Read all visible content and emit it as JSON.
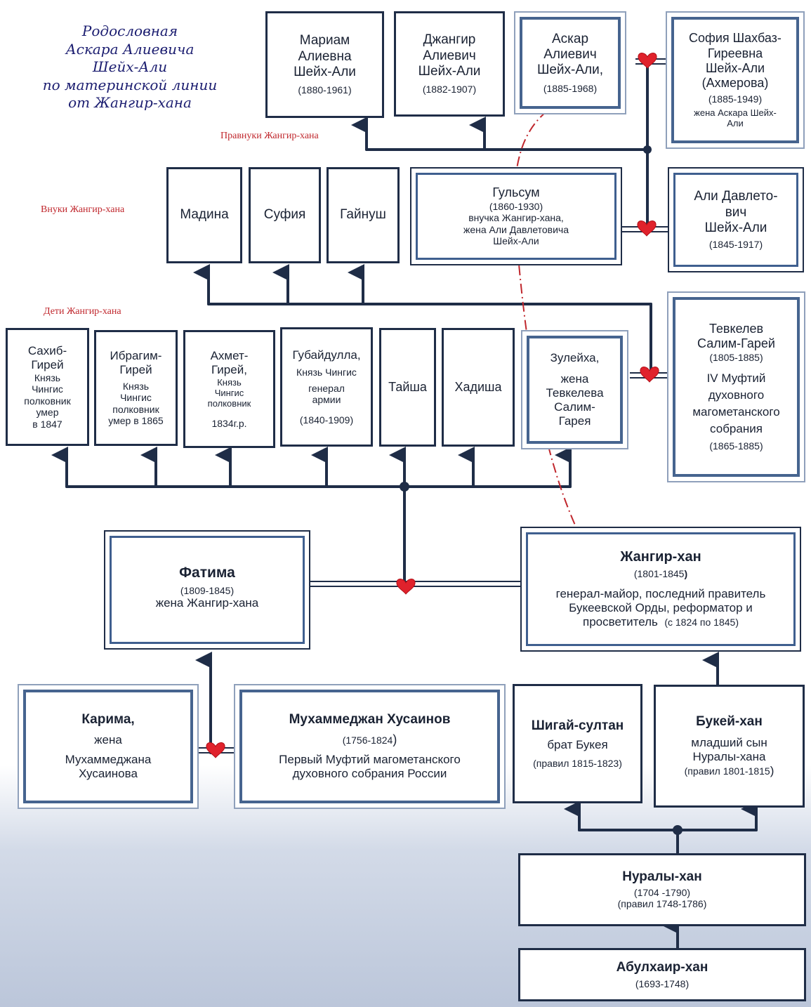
{
  "title": [
    "Родословная",
    "Аскара Алиевича",
    "Шейх-Али",
    "по материнской линии",
    "от Жангир-хана"
  ],
  "labels": {
    "great_grandchildren": "Правнуки Жангир-хана",
    "grandchildren": "Внуки Жангир-хана",
    "children": "Дети Жангир-хана"
  },
  "colors": {
    "line": "#1f2d47",
    "heart": "#e0222c",
    "accent": "#3f5f8f",
    "label": "#c0272d",
    "title": "#1b1d70"
  },
  "row1": {
    "mariam": {
      "name": [
        "Мариам",
        "Алиевна",
        "Шейх-Али"
      ],
      "years": "(1880-1961)"
    },
    "dzhangir": {
      "name": [
        "Джангир",
        "Алиевич",
        "Шейх-Али"
      ],
      "years": "(1882-1907)"
    },
    "askar": {
      "name": [
        "Аскар",
        "Алиевич",
        "Шейх-Али,"
      ],
      "years": "(1885-1968)"
    },
    "sofia": {
      "name": [
        "София Шахбаз-",
        "Гиреевна",
        "Шейх-Али",
        "(Ахмерова)"
      ],
      "years": "(1885-1949)",
      "note": [
        "жена Аскара  Шейх-",
        "Али"
      ]
    }
  },
  "row2": {
    "madina": "Мадина",
    "sufia": "Суфия",
    "gainush": "Гайнуш",
    "gulsum": {
      "name": "Гульсум",
      "years": "(1860-1930)",
      "note": [
        "внучка Жангир-хана,",
        "жена Али Давлетовича",
        "Шейх-Али"
      ]
    },
    "ali": {
      "name": [
        "Али Давлето-",
        "вич",
        "Шейх-Али"
      ],
      "years": "(1845-1917)"
    }
  },
  "row3": {
    "sahib": {
      "name": [
        "Сахиб-",
        "Гирей"
      ],
      "note": [
        "Князь",
        "Чингис",
        "полковник",
        "умер",
        "в 1847"
      ]
    },
    "ibragim": {
      "name": [
        "Ибрагим-",
        "Гирей"
      ],
      "note": [
        "Князь",
        "Чингис",
        "полковник",
        "умер в 1865"
      ]
    },
    "ahmet": {
      "name": [
        "Ахмет-",
        "Гирей,"
      ],
      "note": [
        "Князь",
        "Чингис",
        "полковник"
      ],
      "year": "1834г.р."
    },
    "gubaidulla": {
      "name": "Губайдулла,",
      "note": [
        "Князь Чингис",
        "генерал",
        "армии"
      ],
      "years": "(1840-1909)"
    },
    "taisha": "Тайша",
    "hadisha": "Хадиша",
    "zuleiha": {
      "name": [
        "Зулейха,",
        "жена",
        "Тевкелева",
        "Салим-",
        "Гарея"
      ]
    },
    "tevkelev": {
      "name": [
        "Тевкелев",
        "Салим-Гарей"
      ],
      "years": "(1805-1885)",
      "note": [
        "IV Муфтий",
        "духовного",
        "магометанского",
        "собрания"
      ],
      "years2": "(1865-1885)"
    }
  },
  "row4": {
    "fatima": {
      "name": "Фатима",
      "years": "(1809-1845)",
      "note": "жена Жангир-хана"
    },
    "zhangir": {
      "name": "Жангир-хан",
      "years": "(1801-1845",
      "years_close": ")",
      "note": [
        "генерал-майор, последний правитель",
        "Букеевской Орды, реформатор и",
        "просветитель"
      ],
      "reign": "(с 1824 по 1845)"
    }
  },
  "row5": {
    "karima": {
      "name": "Карима,",
      "note": [
        "жена",
        "Мухаммеджана",
        "Хусаинова"
      ]
    },
    "muhammedzhan": {
      "name": "Мухаммеджан  Хусаинов",
      "years": "(1756-1824",
      "years_close": ")",
      "note": [
        "Первый Муфтий магометанского",
        "духовного собрания России"
      ]
    },
    "shigai": {
      "name": "Шигай-султан",
      "note": "брат Букея",
      "reign": "(правил 1815-1823)"
    },
    "bukei": {
      "name": "Букей-хан",
      "note": [
        "младший сын",
        "Нуралы-хана"
      ],
      "reign": "(правил 1801-1815",
      "reign_close": ")"
    }
  },
  "row6": {
    "nuraly": {
      "name": "Нуралы-хан",
      "years": "(1704 -1790)",
      "reign": "(правил 1748-1786)"
    },
    "abulhair": {
      "name": "Абулхаир-хан",
      "years": "(1693-1748)"
    }
  }
}
